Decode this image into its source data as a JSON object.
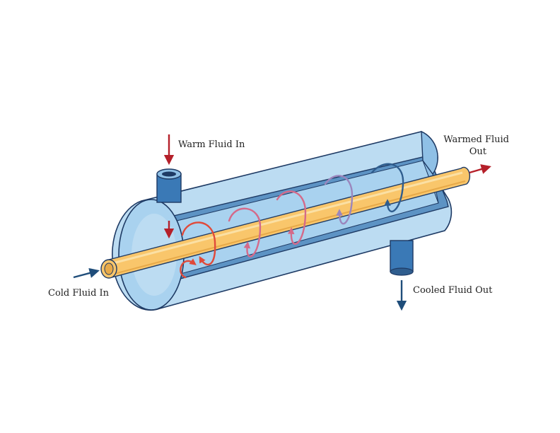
{
  "labels": {
    "warm_in": "Warm Fluid In",
    "warmed_out_line1": "Warmed Fluid",
    "warmed_out_line2": "Out",
    "cold_in": "Cold Fluid In",
    "cooled_out": "Cooled Fluid Out"
  },
  "colors": {
    "shell_light": "#bcdcf2",
    "shell_mid": "#8fc0e6",
    "shell_inner": "#a9d2ef",
    "shell_dark": "#5d93c4",
    "outline": "#1e3a64",
    "tube": "#f9c66b",
    "tube_dark": "#e7a948",
    "port": "#3a79b6",
    "arrow_red": "#b5202a",
    "arrow_blue": "#1f4d7a",
    "swirl_hot": "#e04a3a",
    "swirl_warm": "#d46a8a",
    "swirl_cool": "#9b86bd",
    "swirl_cold": "#2f5d8e"
  }
}
